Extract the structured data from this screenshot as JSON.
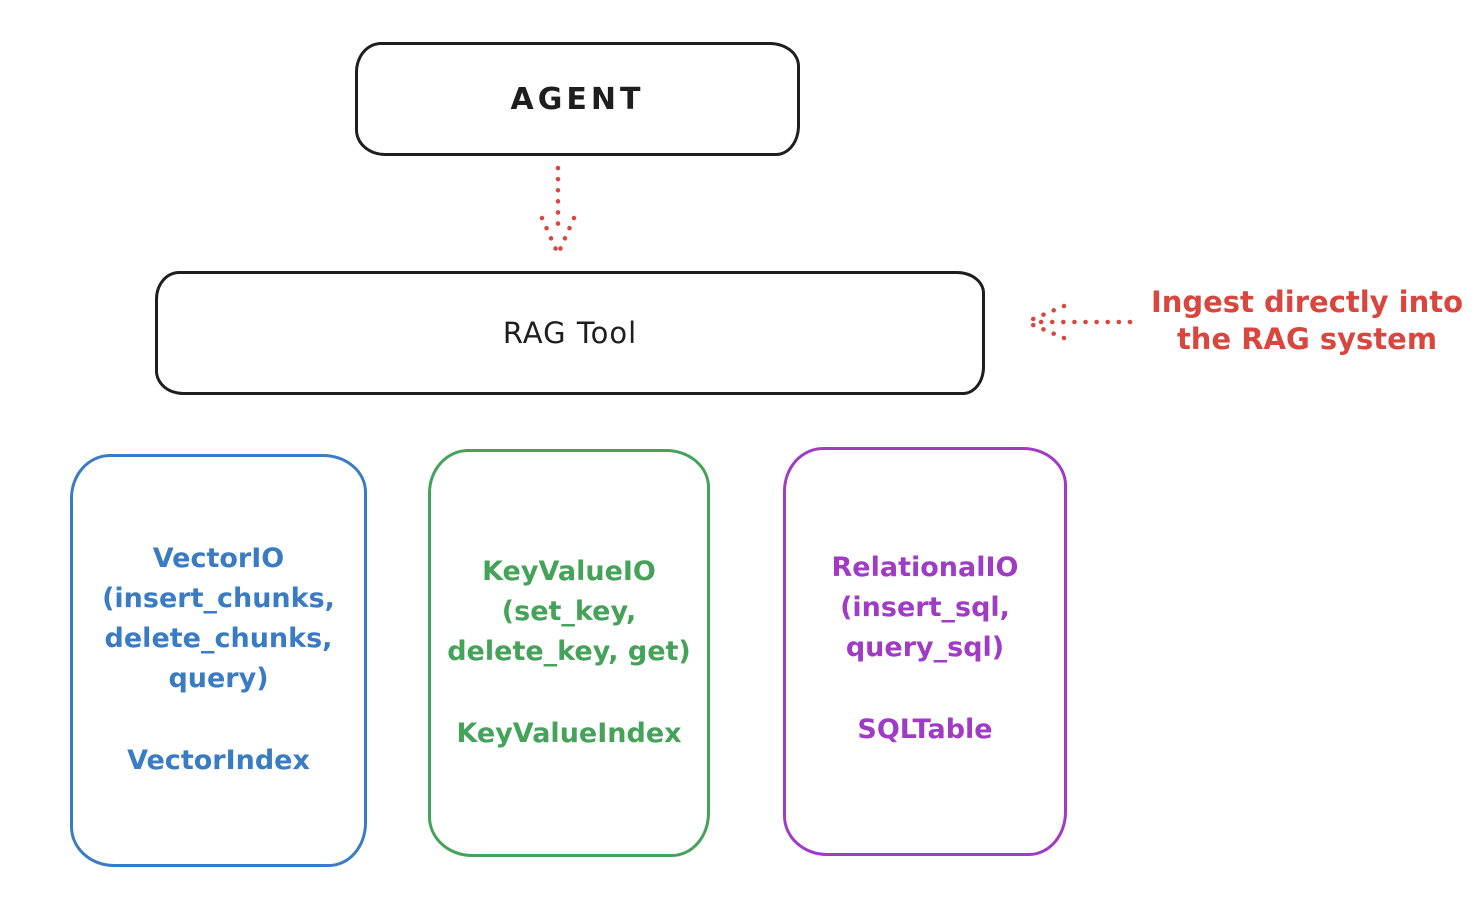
{
  "colors": {
    "ink": "#1e1e1e",
    "red": "#d9463e",
    "blue": "#3a7cc4",
    "green": "#45a259",
    "purple": "#9f3bc4",
    "background": "#ffffff"
  },
  "nodes": {
    "agent": {
      "label": "AGENT"
    },
    "rag_tool": {
      "label": "RAG Tool"
    }
  },
  "annotation": {
    "line1": "Ingest directly into",
    "line2": "the RAG system"
  },
  "arrows": [
    {
      "id": "agent-to-rag-tool",
      "style": "dotted",
      "color": "#d9463e",
      "direction": "down"
    },
    {
      "id": "ingest-into-rag-tool",
      "style": "dotted",
      "color": "#d9463e",
      "direction": "left"
    }
  ],
  "io_nodes": [
    {
      "id": "vector-io",
      "color": "#3a7cc4",
      "lines": [
        "VectorIO",
        "(insert_chunks,",
        "delete_chunks,",
        "query)"
      ],
      "index_label": "VectorIndex"
    },
    {
      "id": "keyvalue-io",
      "color": "#45a259",
      "lines": [
        "KeyValueIO",
        "(set_key,",
        "delete_key, get)"
      ],
      "index_label": "KeyValueIndex"
    },
    {
      "id": "relational-io",
      "color": "#9f3bc4",
      "lines": [
        "RelationalIO",
        "(insert_sql,",
        "query_sql)"
      ],
      "index_label": "SQLTable"
    }
  ]
}
